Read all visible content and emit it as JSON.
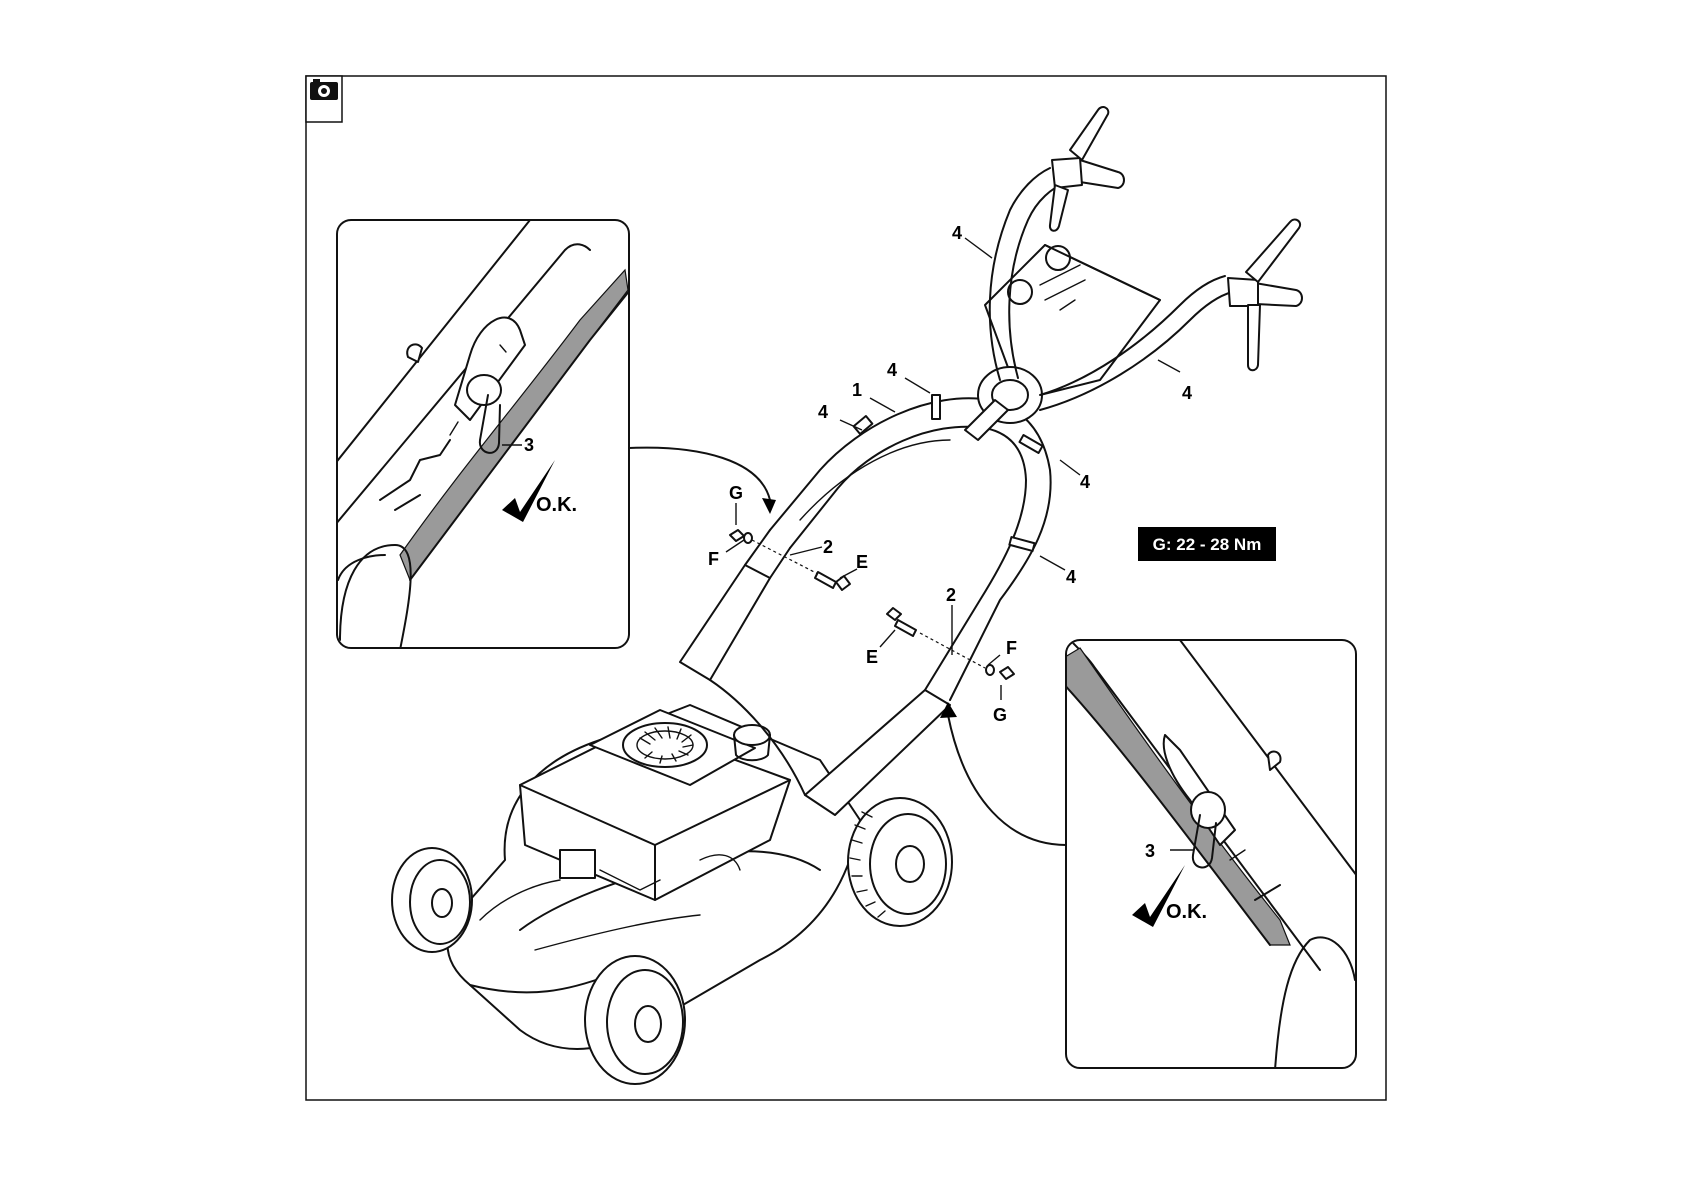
{
  "callouts": {
    "item1": "1",
    "item2a": "2",
    "item2b": "2",
    "item3a": "3",
    "item3b": "3",
    "item4": "4",
    "letter_e": "E",
    "letter_f": "F",
    "letter_g": "G"
  },
  "ok_label": "O.K.",
  "torque_badge": "G: 22 - 28 Nm",
  "icons": {
    "corner": "camera-icon",
    "check": "check-mark-icon"
  },
  "colors": {
    "line": "#111111",
    "badge_bg": "#000000",
    "badge_text": "#ffffff",
    "cable": "#9a9a9a"
  }
}
